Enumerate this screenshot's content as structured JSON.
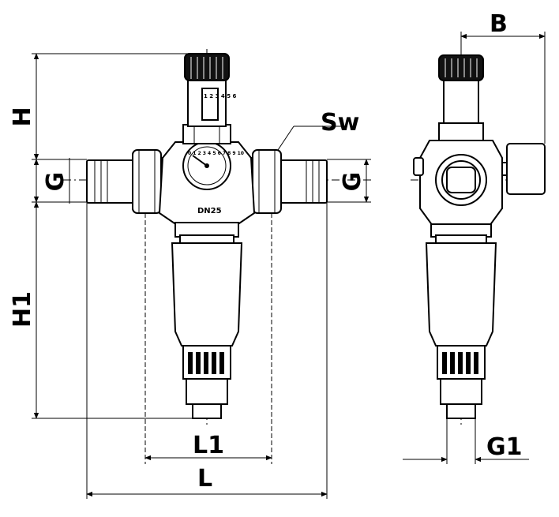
{
  "dimensions": {
    "H": "H",
    "G": "G",
    "H1": "H1",
    "Sw": "Sw",
    "B": "B",
    "L1": "L1",
    "L": "L",
    "G1": "G1"
  },
  "gauge_scale": "0 1 2 3 4 5 6 7 8 9 10",
  "nominal_size": "DN25",
  "spring_scale": "1 2 3 4 5 6"
}
